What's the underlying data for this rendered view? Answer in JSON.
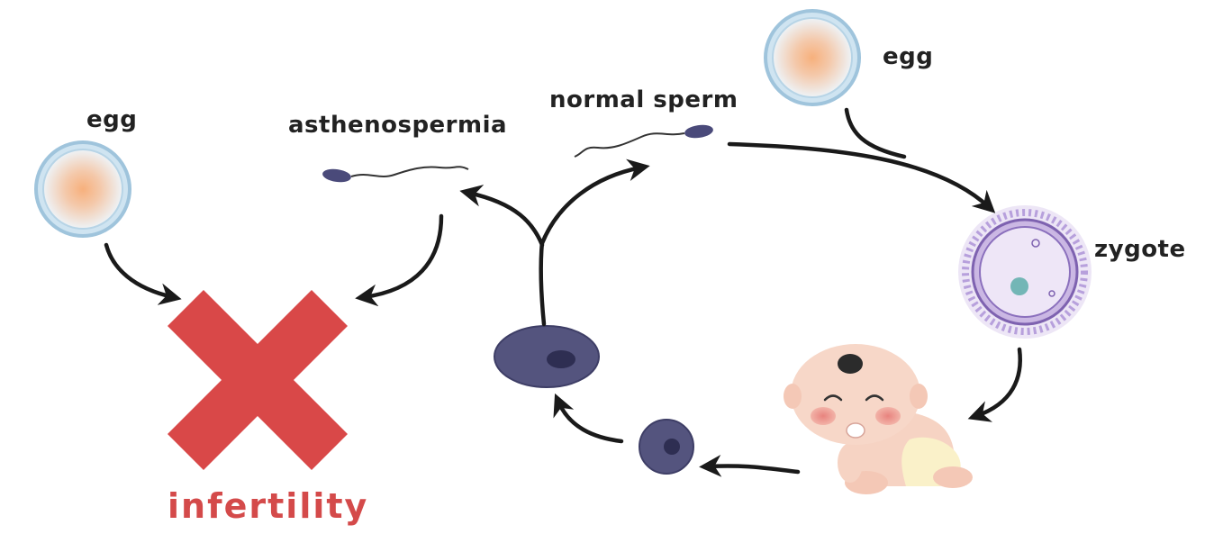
{
  "labels": {
    "egg_left": "egg",
    "asthenospermia": "asthenospermia",
    "normal_sperm": "normal sperm",
    "egg_right": "egg",
    "zygote": "zygote",
    "infertility": "infertility"
  },
  "colors": {
    "arrow": "#1a1a1a",
    "cross": "#d94848",
    "infertility_text": "#d44a4a",
    "cell": "#54547e",
    "cell_nucleus": "#2e2e52",
    "egg_ring": "#9fc4dc",
    "zygote": "#a98fd0"
  },
  "icons": [
    "egg-icon",
    "sperm-icon",
    "cross-icon",
    "zygote-icon",
    "baby-icon",
    "cell-icon"
  ]
}
